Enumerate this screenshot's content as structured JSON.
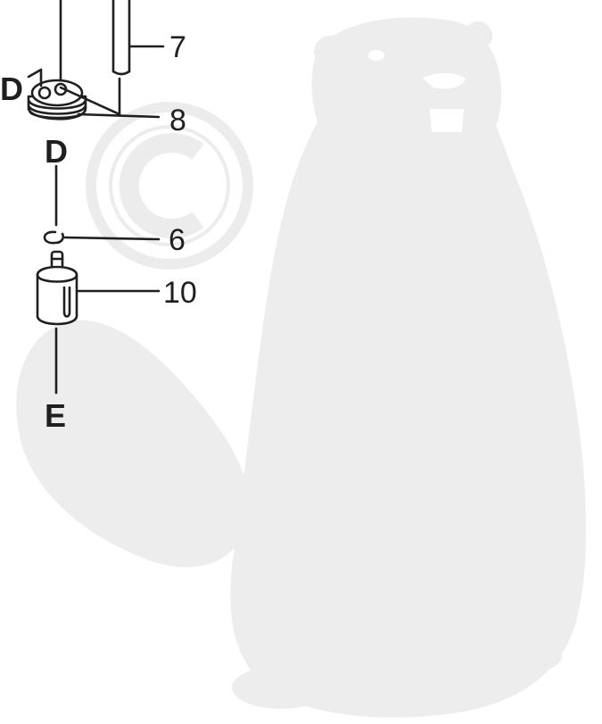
{
  "diagram": {
    "callouts": [
      {
        "id": "part-7",
        "label": "7"
      },
      {
        "id": "part-8",
        "label": "8"
      },
      {
        "id": "part-6",
        "label": "6"
      },
      {
        "id": "part-10",
        "label": "10"
      }
    ],
    "connection_markers": [
      {
        "id": "marker-d-left",
        "label": "D"
      },
      {
        "id": "marker-d-below",
        "label": "D"
      },
      {
        "id": "marker-e",
        "label": "E"
      }
    ]
  },
  "watermark": {
    "symbol": "©",
    "figure": "beaver-silhouette",
    "color": "#ededed"
  }
}
